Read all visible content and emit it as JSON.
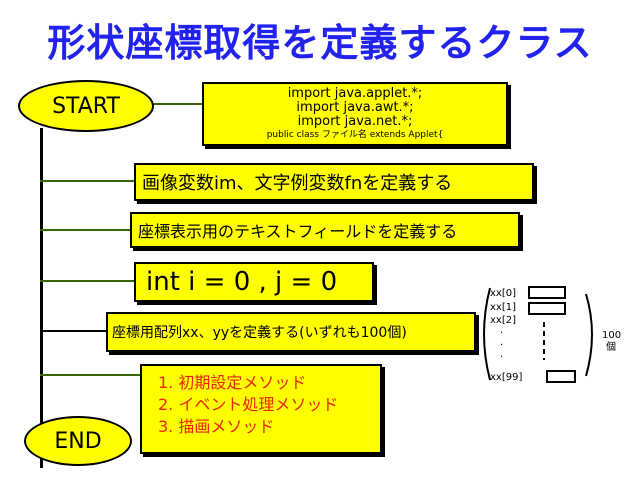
{
  "title": "形状座標取得を定義するクラス",
  "start_label": "START",
  "end_label": "END",
  "code_lines": [
    "import java.applet.*;",
    "import java.awt.*;",
    "import java.net.*;"
  ],
  "class_decl": "public class ファイル名 extends Applet{",
  "steps": [
    "画像変数im、文字例変数fnを定義する",
    "座標表示用のテキストフィールドを定義する",
    "int i = 0 , j = 0",
    "座標用配列xx、yyを定義する(いずれも100個)"
  ],
  "methods": [
    "1. 初期設定メソッド",
    "2. イベント処理メソッド",
    "3. 描画メソッド"
  ],
  "array_labels": [
    "xx[0]",
    "xx[1]",
    "xx[2]",
    "xx[99]"
  ],
  "array_count": "100",
  "array_unit": "個",
  "colors": {
    "title": "#2222ee",
    "box_fill": "#ffff00",
    "line": "#336600",
    "method_text": "#ee2200"
  }
}
